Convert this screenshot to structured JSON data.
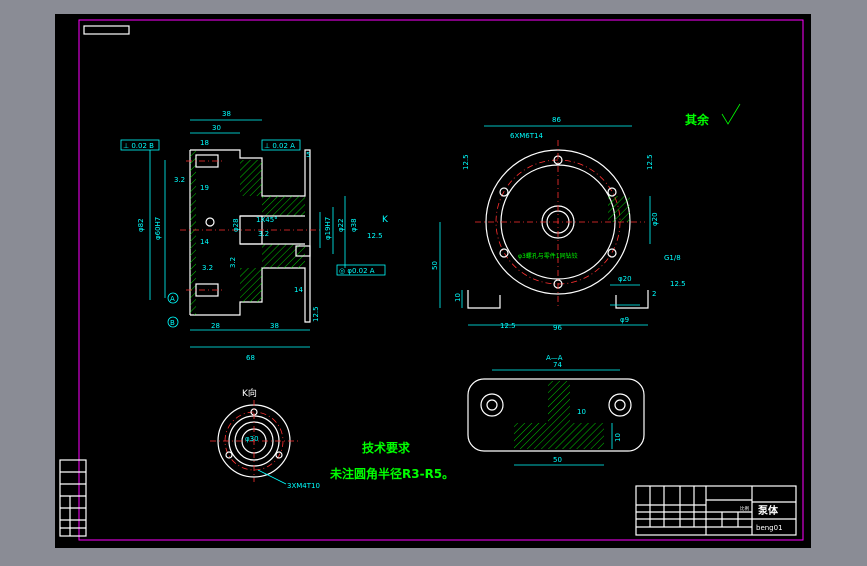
{
  "sheet": {
    "background": "#8a8c95",
    "paper": "#000000",
    "frame_color": "#ff00ff"
  },
  "dims": {
    "d38": "38",
    "d30": "30",
    "d18": "18",
    "d19": "19",
    "d14": "14",
    "d3_2a": "3.2",
    "d3_2b": "3.2",
    "d82": "φ82",
    "d60h7": "φ60H7",
    "d28a": "φ28",
    "d1x45": "1X45°",
    "d19h7": "φ19H7",
    "d22": "φ22",
    "d38b": "φ38",
    "d14b": "14",
    "d28": "28",
    "d38c": "38",
    "d68": "68",
    "d86": "86",
    "d6xm6": "6XM6T14",
    "d50": "50",
    "d10": "10",
    "d96": "96",
    "d20": "φ20",
    "d20b": "φ20",
    "g18": "G1/8",
    "d9": "φ9",
    "d2": "2",
    "d74": "74",
    "d10b": "10",
    "d10c": "10",
    "d50b": "50",
    "d5": "5",
    "d12_5a": "12.5",
    "d12_5b": "12.5",
    "d12_5c": "12.5",
    "d12_5d": "12.5",
    "d12_5e": "12.5",
    "d12_5f": "12.5",
    "d3_2c": "3.2",
    "d3_2d": "3.2",
    "k_mark": "K",
    "a_mark": "A",
    "b_mark": "B",
    "m4": "3XM4T10",
    "d30b": "φ30",
    "hole_note": "φ3螺孔与零件1同钻铰"
  },
  "gdt": {
    "perp1": "⊥ 0.02 B",
    "perp2": "⊥ 0.02 A",
    "conc": "◎ φ0.02 A"
  },
  "labels": {
    "view_k": "K向",
    "section_aa": "A—A",
    "rest_finish": "其余",
    "tech_req_title": "技术要求",
    "tech_req_text": "未注圆角半径R3-R5。"
  },
  "title_block": {
    "part_name": "泵体",
    "code": "beng01",
    "scale_label": "比例"
  }
}
